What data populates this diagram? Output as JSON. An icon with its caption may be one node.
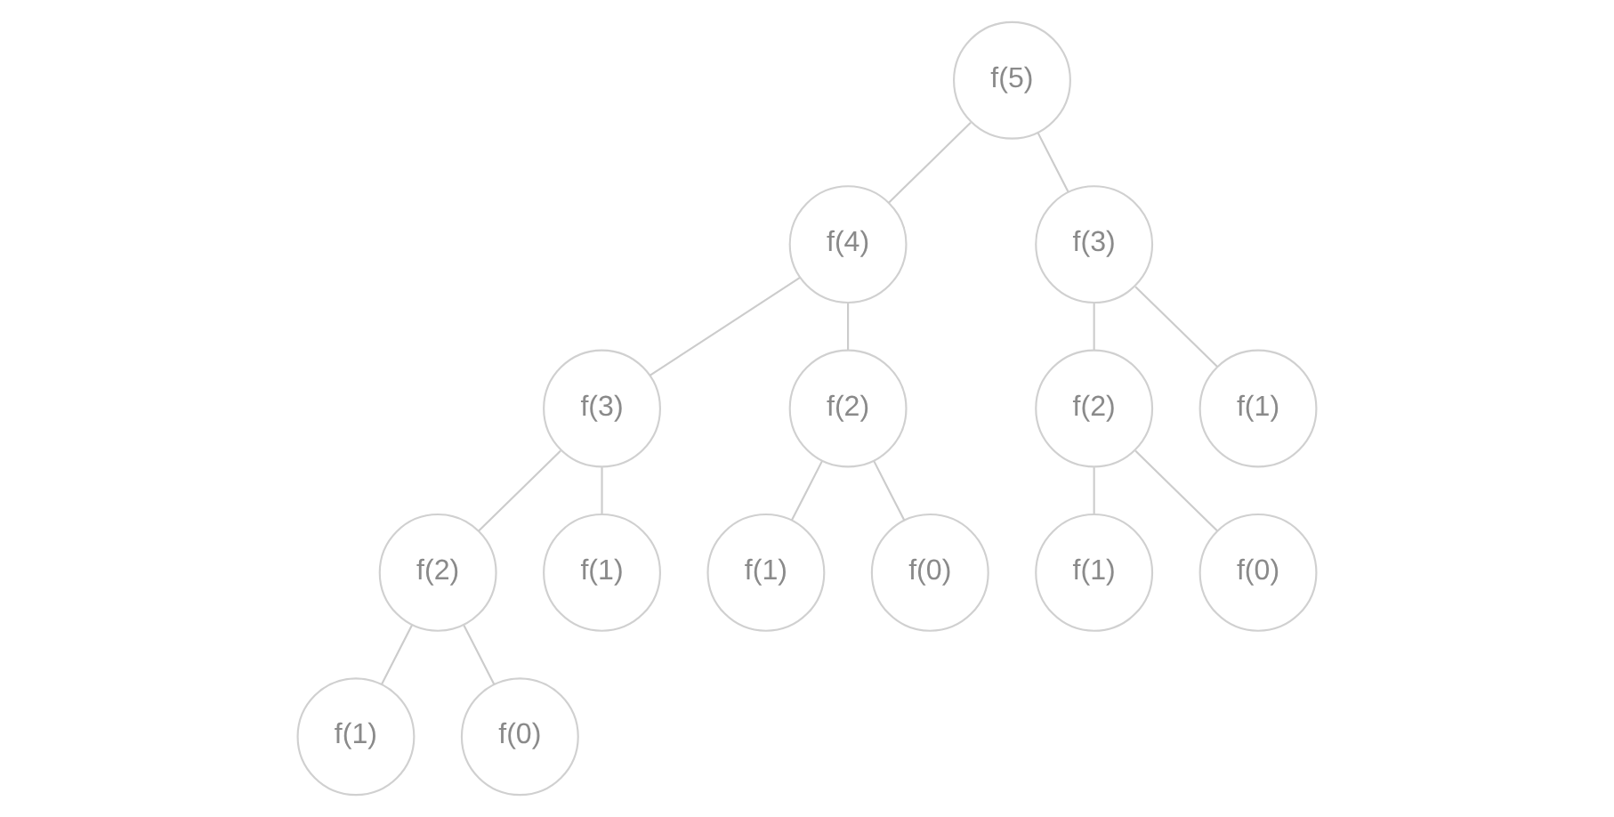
{
  "diagram": {
    "nodes": [
      {
        "text": [
          "f(5)"
        ]
      },
      {
        "text": [
          "f(4)"
        ]
      },
      {
        "text": [
          "f(3)"
        ]
      },
      {
        "text": [
          "f(3)"
        ]
      },
      {
        "text": [
          "f(2)"
        ]
      },
      {
        "text": [
          "f(2)"
        ]
      },
      {
        "text": [
          "f(1)"
        ]
      },
      {
        "text": [
          "f(2)"
        ]
      },
      {
        "text": [
          "f(1)"
        ]
      },
      {
        "text": [
          "f(1)"
        ]
      },
      {
        "text": [
          "f(0)"
        ]
      },
      {
        "text": [
          "f(1)"
        ]
      },
      {
        "text": [
          "f(0)"
        ]
      },
      {
        "text": [
          "f(1)"
        ]
      },
      {
        "text": [
          "f(0)"
        ]
      }
    ],
    "edges": [
      {
        "from": 0,
        "to": 1,
        "arrow": "none"
      },
      {
        "from": 0,
        "to": 2,
        "arrow": "none"
      },
      {
        "from": 1,
        "to": 3,
        "arrow": "none"
      },
      {
        "from": 1,
        "to": 4,
        "arrow": "none"
      },
      {
        "from": 2,
        "to": 5,
        "arrow": "none"
      },
      {
        "from": 2,
        "to": 6,
        "arrow": "none"
      },
      {
        "from": 3,
        "to": 7,
        "arrow": "none"
      },
      {
        "from": 3,
        "to": 8,
        "arrow": "none"
      },
      {
        "from": 4,
        "to": 9,
        "arrow": "none"
      },
      {
        "from": 4,
        "to": 10,
        "arrow": "none"
      },
      {
        "from": 5,
        "to": 11,
        "arrow": "none"
      },
      {
        "from": 5,
        "to": 12,
        "arrow": "none"
      },
      {
        "from": 7,
        "to": 13,
        "arrow": "none"
      },
      {
        "from": 7,
        "to": 14,
        "arrow": "none"
      }
    ]
  }
}
